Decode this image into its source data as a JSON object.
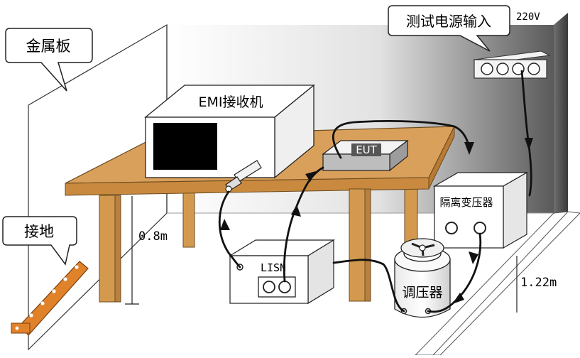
{
  "labels": {
    "metal_plate": "金属板",
    "ground": "接地",
    "emi_receiver": "EMI接收机",
    "eut": "EUT",
    "lisn": "LISN",
    "isolation_transformer": "隔离变压器",
    "voltage_regulator": "调压器",
    "test_power_input": "测试电源输入",
    "voltage": "220V",
    "table_height": "0.8m",
    "wall_distance": "1.22m"
  },
  "colors": {
    "wall_gradient_dark": "#3a3a3a",
    "table_top": "#d9a05b",
    "table_legs": "#d39a4f",
    "ground_strap": "#e0822a",
    "screen": "#000000"
  }
}
